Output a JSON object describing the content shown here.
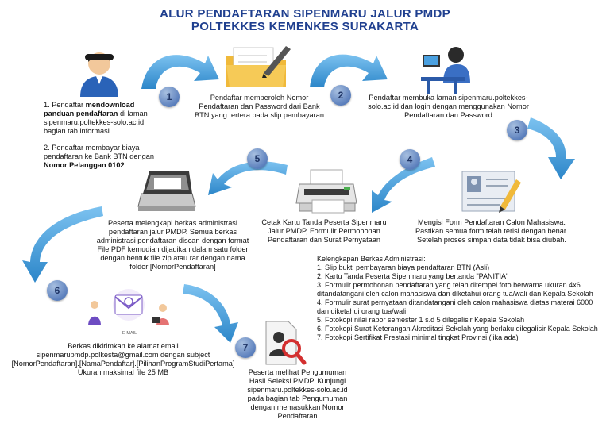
{
  "title": {
    "line1": "ALUR PENDAFTARAN SIPENMARU JALUR PMDP",
    "line2": "POLTEKKES KEMENKES SURAKARTA"
  },
  "steps": {
    "s0": {
      "p1_prefix": "1. Pendaftar ",
      "p1_bold": "mendownload panduan pendaftaran",
      "p1_suffix": " di laman sipenmaru.poltekkes-solo.ac.id bagian tab informasi",
      "p2_prefix": "2. Pendaftar membayar biaya pendaftaran ke Bank BTN dengan ",
      "p2_bold": "Nomor Pelanggan 0102"
    },
    "s1": {
      "num": "1",
      "text": "Pendaftar memperoleh Nomor Pendaftaran dan Password dari Bank BTN yang tertera pada slip pembayaran"
    },
    "s2": {
      "num": "2",
      "text": "Pendaftar membuka laman sipenmaru.poltekkes-solo.ac.id dan login dengan menggunakan Nomor Pendaftaran dan Password"
    },
    "s3": {
      "num": "3",
      "text": "Mengisi Form Pendaftaran Calon Mahasiswa. Pastikan semua form telah terisi dengan benar. Setelah proses simpan data tidak bisa diubah."
    },
    "s4": {
      "num": "4",
      "text": "Cetak Kartu Tanda Peserta Sipenmaru Jalur PMDP, Formulir Permohonan Pendaftaran dan Surat Pernyataan"
    },
    "s5": {
      "num": "5",
      "text": "Peserta melengkapi berkas administrasi pendaftaran jalur PMDP. Semua berkas administrasi pendaftaran discan dengan format File PDF kemudian dijadikan dalam satu folder dengan bentuk file zip atau rar dengan nama folder [NomorPendaftaran]"
    },
    "s6": {
      "num": "6",
      "text": "Berkas dikirimkan ke alamat email sipenmarupmdp.polkesta@gmail.com dengan subject [NomorPendaftaran].[NamaPendaftar].[PilihanProgramStudiPertama] Ukuran maksimal file 25 MB",
      "email_label": "E-MAIL"
    },
    "s7": {
      "num": "7",
      "text": "Peserta melihat Pengumuman Hasil Seleksi PMDP. Kunjungi sipenmaru.poltekkes-solo.ac.id pada bagian tab Pengumuman dengan memasukkan Nomor Pendaftaran"
    }
  },
  "kelengkapan": {
    "heading": "Kelengkapan Berkas Administrasi:",
    "items": [
      "1. Slip bukti pembayaran biaya pendaftaran BTN (Asli)",
      "2. Kartu Tanda Peserta Sipenmaru yang bertanda \"PANITIA\"",
      "3. Formulir permohonan pendaftaran yang telah ditempel foto berwarna ukuran 4x6 ditandatangani oleh calon mahasiswa dan diketahui orang tua/wali dan Kepala Sekolah",
      "4. Formulir surat pernyataan ditandatangani oleh calon mahasiswa diatas materai 6000 dan diketahui orang tua/wali",
      "5. Fotokopi nilai rapor semester 1 s.d 5 dilegalisir Kepala Sekolah",
      "6. Fotokopi Surat Keterangan Akreditasi Sekolah yang berlaku dilegalisir Kepala Sekolah",
      "7. Fotokopi Sertifikat Prestasi minimal tingkat Provinsi (jika ada)"
    ]
  },
  "colors": {
    "title": "#1f3f8f",
    "arrow": "#3b9ad8",
    "badge": "#5c80bd"
  }
}
